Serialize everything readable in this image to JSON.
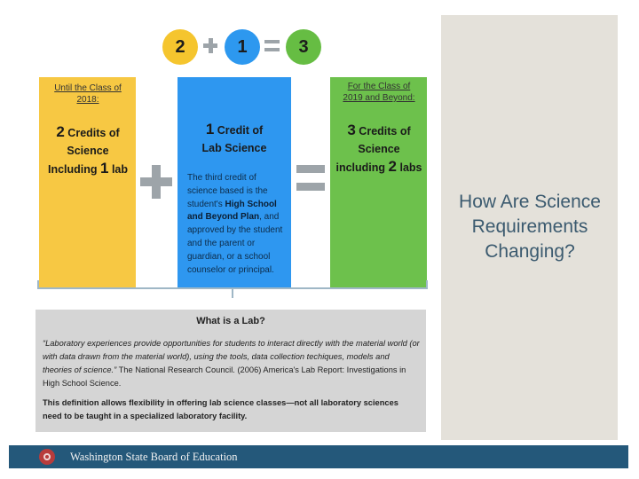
{
  "equation": {
    "a": "2",
    "b": "1",
    "c": "3"
  },
  "yellow_box": {
    "header": "Until the Class of 2018:",
    "num": "2",
    "line1_rest": " Credits of",
    "line2": "Science",
    "line3_pre": "Including ",
    "line3_num": "1",
    "line3_post": " lab"
  },
  "blue_box": {
    "num": "1",
    "line1_rest": " Credit of",
    "line2": "Lab Science",
    "body_1": "The third credit of science based is the student's ",
    "body_bold": "High School and Beyond Plan",
    "body_2": ", and approved by the student and the parent or guardian, or a school counselor or principal."
  },
  "green_box": {
    "header": "For the Class of 2019 and Beyond:",
    "num": "3",
    "line1_rest": " Credits of",
    "line2": "Science",
    "line3_pre": "including ",
    "line3_num": "2",
    "line3_post": " labs"
  },
  "lab": {
    "title": "What is a Lab?",
    "quote_italic": "“Laboratory experiences provide opportunities for students to interact directly with the material world (or with data drawn from the material world), using the tools, data collection techiques, models and theories of science.”",
    "quote_rest": " The National Research Council. (2006) America's Lab Report: Investigations in High School Science.",
    "definition": "This definition allows flexibility in offering lab science classes—not all laboratory sciences need to be taught in a specialized laboratory facility."
  },
  "side_title": "How Are Science Requirements Changing?",
  "footer": {
    "org": "Washington State Board of Education"
  }
}
